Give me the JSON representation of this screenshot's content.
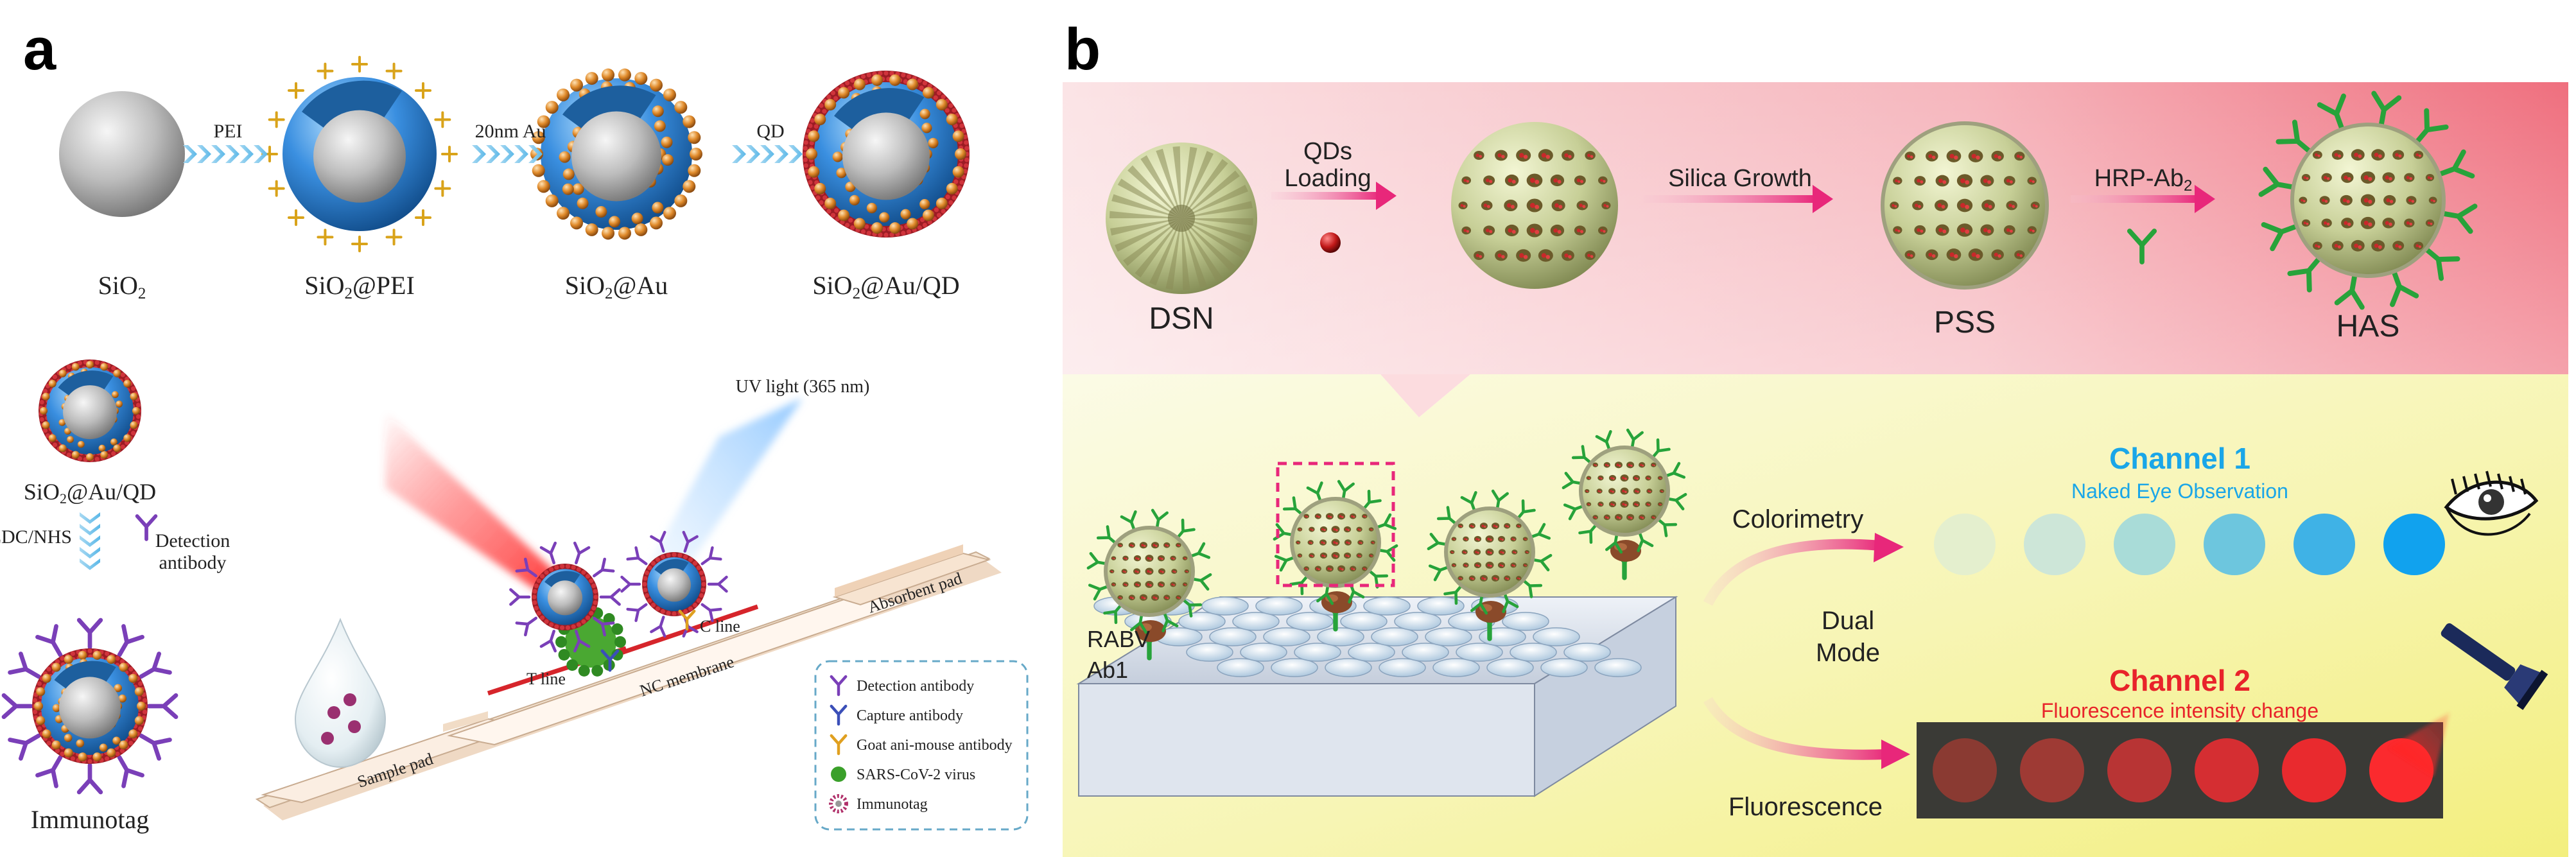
{
  "panel_a": {
    "letter": "a",
    "synthesis": {
      "steps": [
        {
          "label": "SiO2",
          "base": "SiO",
          "sub": "2",
          "suffix": ""
        },
        {
          "label": "SiO2@PEI",
          "base": "SiO",
          "sub": "2",
          "suffix": "@PEI"
        },
        {
          "label": "SiO2@Au",
          "base": "SiO",
          "sub": "2",
          "suffix": "@Au"
        },
        {
          "label": "SiO2@Au/QD",
          "base": "SiO",
          "sub": "2",
          "suffix": "@Au/QD"
        }
      ],
      "arrows": [
        "PEI",
        "20nm Au",
        "QD"
      ]
    },
    "immunotag_prep": {
      "top_label_base": "SiO",
      "top_label_sub": "2",
      "top_label_suffix": "@Au/QD",
      "reagent": "EDC/NHS",
      "detection_line1": "Detection",
      "detection_line2": "antibody",
      "bottom_label": "Immunotag"
    },
    "strip": {
      "uv_label": "UV light (365 nm)",
      "c_line": "C line",
      "t_line": "T line",
      "absorbent_pad": "Absorbent pad",
      "nc_membrane": "NC membrane",
      "sample_pad": "Sample pad"
    },
    "legend": [
      {
        "icon": "detection-antibody",
        "label": "Detection antibody",
        "color": "#7a3fb8"
      },
      {
        "icon": "capture-antibody",
        "label": "Capture antibody",
        "color": "#3b4fb8"
      },
      {
        "icon": "goat-antibody",
        "label": "Goat ani-mouse antibody",
        "color": "#e0a020"
      },
      {
        "icon": "virus",
        "label": "SARS-CoV-2 virus",
        "color": "#3aa02a"
      },
      {
        "icon": "immunotag",
        "label": "Immunotag",
        "color": "#b0306a"
      }
    ]
  },
  "panel_b": {
    "letter": "b",
    "top": {
      "dsn": "DSN",
      "arrow1_line1": "QDs",
      "arrow1_line2": "Loading",
      "arrow2": "Silica Growth",
      "arrow3_base": "HRP-Ab",
      "arrow3_sub": "2",
      "pss": "PSS",
      "has": "HAS"
    },
    "bottom": {
      "rabv": "RABV",
      "ab1": "Ab1",
      "colorimetry": "Colorimetry",
      "dual_line1": "Dual",
      "dual_line2": "Mode",
      "fluorescence": "Fluorescence",
      "channel1_title": "Channel 1",
      "channel1_sub": "Naked Eye Observation",
      "channel2_title": "Channel 2",
      "channel2_sub": "Fluorescence intensity change",
      "colorimetry_dots": [
        "#e4efce",
        "#cde6d8",
        "#a9dcd8",
        "#6dc6de",
        "#3fb2e6",
        "#11a2ee"
      ],
      "fluorescence_dots": [
        "#8a3a32",
        "#9e3a34",
        "#b83434",
        "#d52e32",
        "#e92a2e",
        "#fb2a2e"
      ]
    }
  }
}
